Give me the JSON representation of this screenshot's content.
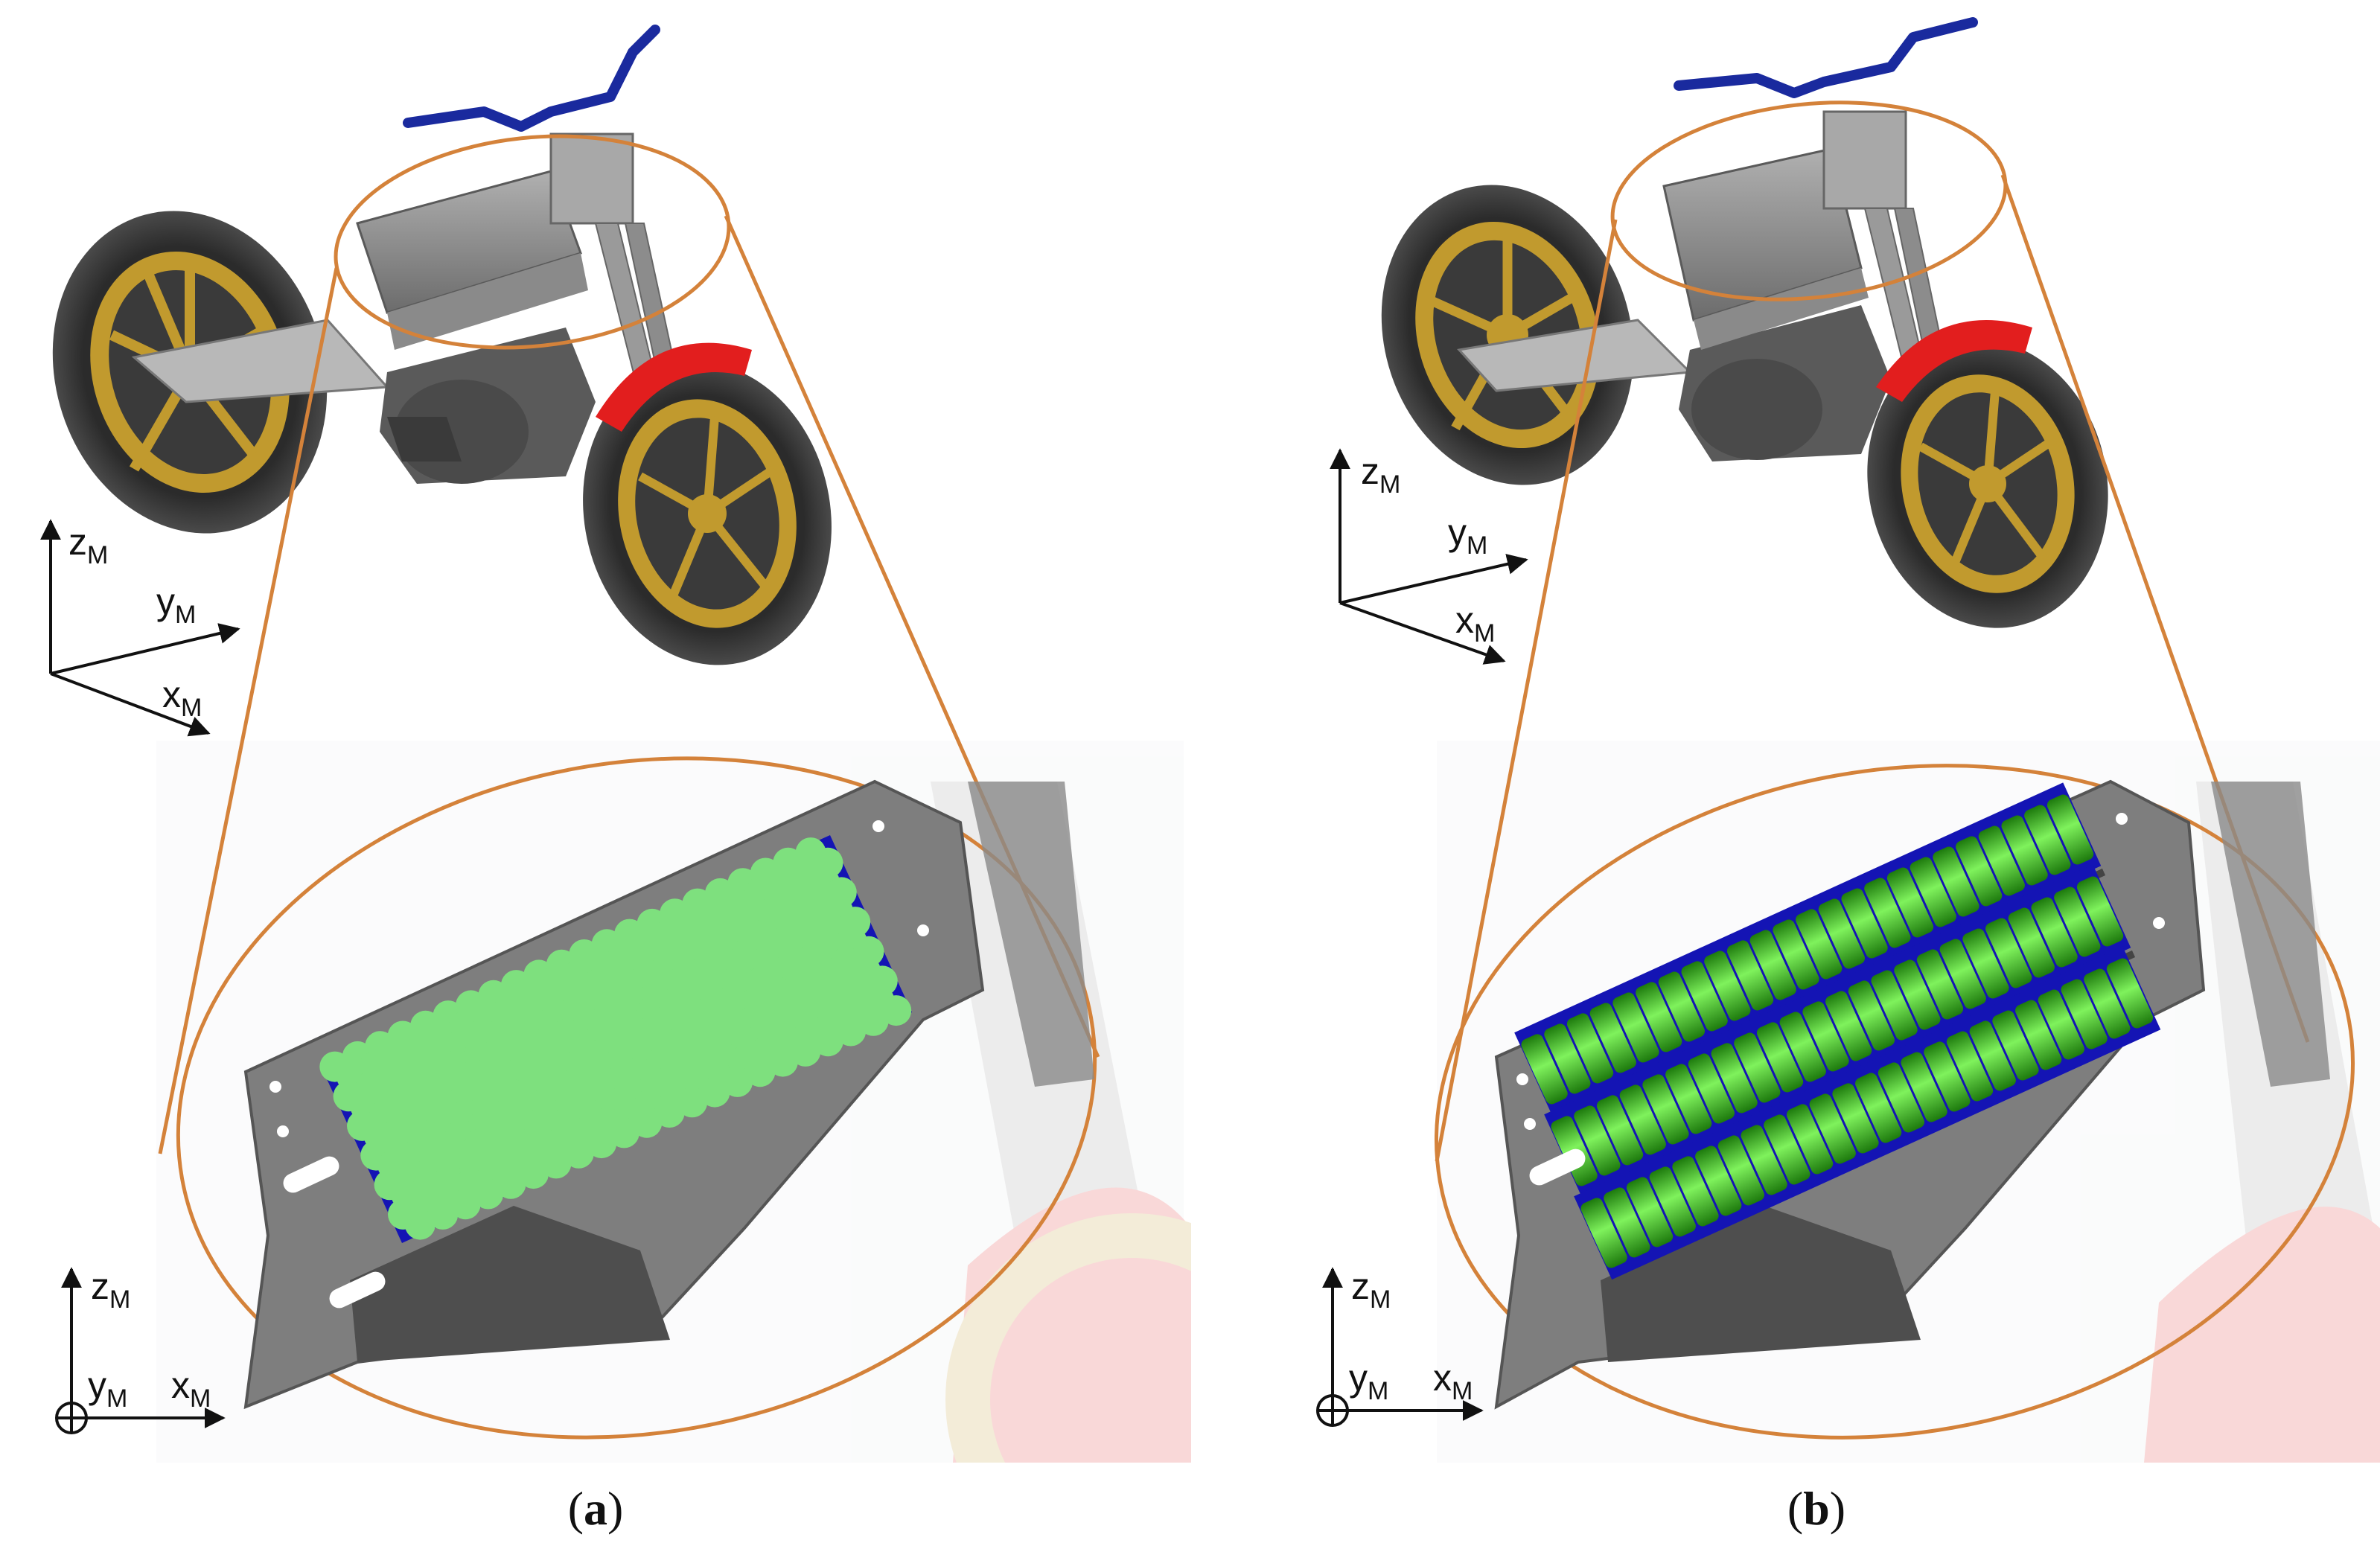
{
  "panels": [
    {
      "id": "a",
      "caption_open": "(",
      "caption_letter": "a",
      "caption_close": ")",
      "cell_layout": "hexagonal",
      "cell_color": "#7ee07e",
      "frame_color": "#1414b4",
      "iso_axes": {
        "z": "z",
        "y": "y",
        "x": "x",
        "sub": "M"
      },
      "side_axes": {
        "z": "z",
        "y": "y",
        "x": "x",
        "sub": "M"
      }
    },
    {
      "id": "b",
      "caption_open": "(",
      "caption_letter": "b",
      "caption_close": ")",
      "cell_layout": "cylindrical-rows",
      "cell_color": "#3ed21e",
      "frame_color": "#1414b4",
      "iso_axes": {
        "z": "z",
        "y": "y",
        "x": "x",
        "sub": "M"
      },
      "side_axes": {
        "z": "z",
        "y": "y",
        "x": "x",
        "sub": "M"
      }
    }
  ],
  "colors": {
    "zoom_outline": "#d4823a",
    "wheel_rim": "#c19a2e",
    "tire": "#3a3a3a",
    "fender": "#e21e1e",
    "handlebar": "#1a2a9e",
    "frame_metal": "#808080",
    "motor": "#5a5a5a"
  },
  "icons": {
    "out_of_plane_axis": "circled-plus-icon",
    "arrowhead": "arrowhead-icon"
  }
}
